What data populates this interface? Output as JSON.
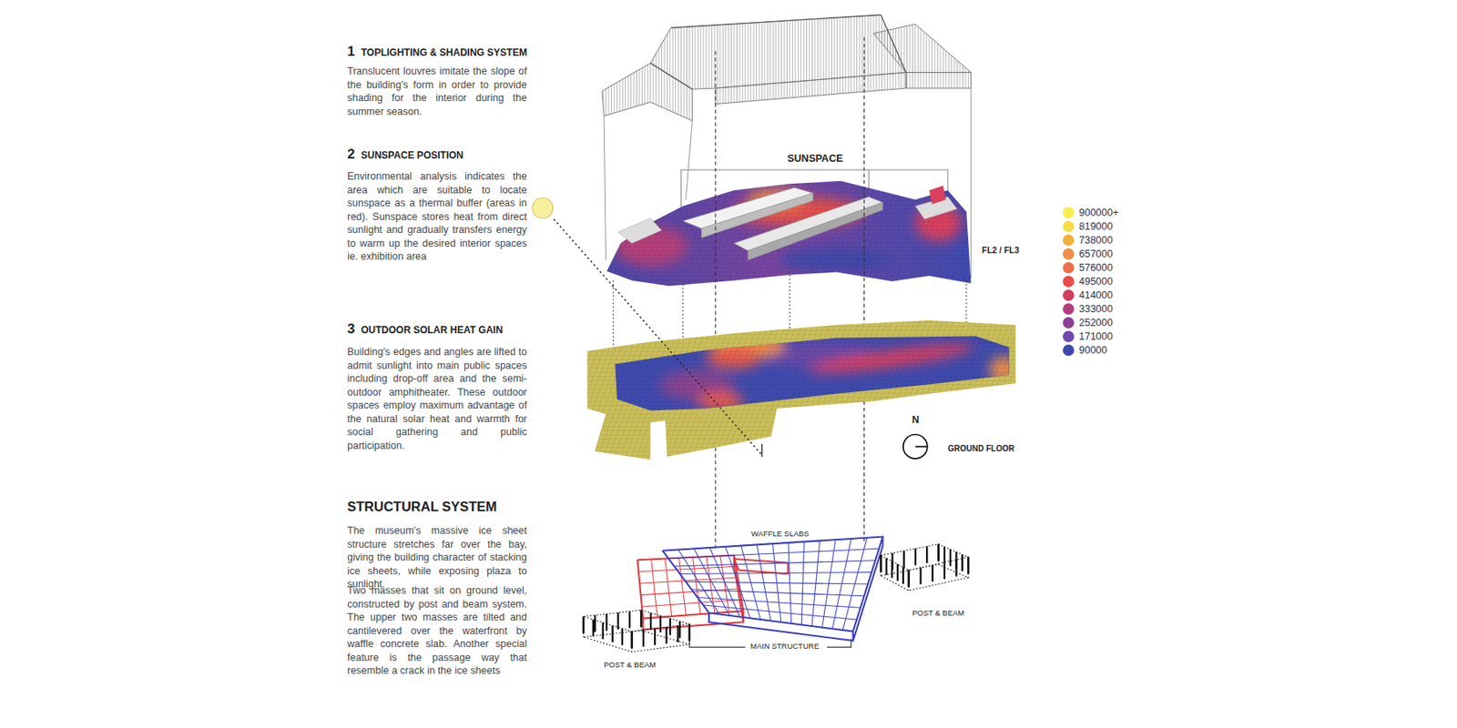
{
  "diagram": {
    "labels": [
      "1",
      "TOPLIGHTING & SHADING SYSTEM",
      "Translucent louvres imitate the slope of the building's form in order to provide shading for the interior during the summer season.",
      "2",
      "SUNSPACE POSITION",
      "Environmental analysis indicates the area which are suitable to locate sunspace as a thermal buffer (areas in red). Sunspace stores heat from direct sunlight and gradually transfers energy to warm up the desired interior spaces ie. exhibition area",
      "3",
      "OUTDOOR SOLAR HEAT GAIN",
      "Building's edges and angles are lifted to admit sunlight into main public spaces including drop-off area and the semi-outdoor amphitheater. These outdoor spaces employ maximum advantage of the natural solar heat and warmth for social gathering and public participation.",
      "STRUCTURAL SYSTEM",
      "The museum's massive ice sheet structure stretches far over the bay, giving the building character of stacking ice sheets, while exposing plaza to sunlight.",
      "Two masses that sit on ground level, constructed by post and beam system. The upper two masses are tilted and cantilevered over the waterfront by waffle concrete slab. Another special feature is the passage way that resemble a crack in the ice sheets",
      "SUNSPACE",
      "FL2 / FL3",
      "N",
      "GROUND FLOOR",
      "WAFFLE SLABS",
      "MAIN STRUCTURE",
      "POST & BEAM",
      "POST & BEAM"
    ],
    "legend": [
      {
        "text": "900000+",
        "color": "#f5ee4d"
      },
      {
        "text": "819000",
        "color": "#f5dd42"
      },
      {
        "text": "738000",
        "color": "#f2b13c"
      },
      {
        "text": "657000",
        "color": "#ef8f47"
      },
      {
        "text": "576000",
        "color": "#ee6f4c"
      },
      {
        "text": "495000",
        "color": "#e94b4a"
      },
      {
        "text": "414000",
        "color": "#d53c5a"
      },
      {
        "text": "333000",
        "color": "#b13d7b"
      },
      {
        "text": "252000",
        "color": "#8b3f96"
      },
      {
        "text": "171000",
        "color": "#6a48ad"
      },
      {
        "text": "90000",
        "color": "#3f48ad"
      }
    ]
  }
}
